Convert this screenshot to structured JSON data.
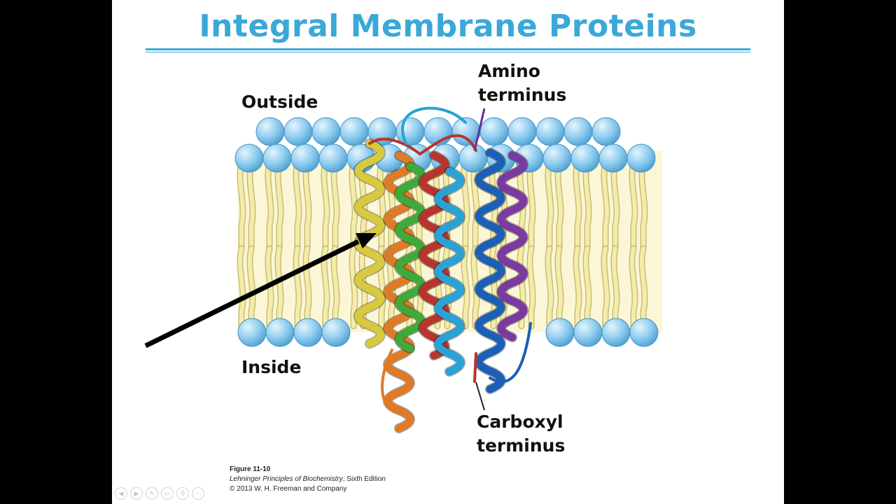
{
  "slide": {
    "title": "Integral Membrane Proteins"
  },
  "diagram": {
    "labels": {
      "outside": "Outside",
      "inside": "Inside",
      "amino_line1": "Amino",
      "amino_line2": "terminus",
      "carboxyl_line1": "Carboxyl",
      "carboxyl_line2": "terminus"
    },
    "helix_colors": [
      "#d8c93e",
      "#e07a26",
      "#3faa3a",
      "#b8352e",
      "#2aa2d6",
      "#1c5fb8",
      "#7a3aa2"
    ],
    "head_color": "#7fc6ec",
    "tail_color": "#f3ecaa",
    "arrow_color": "#000000"
  },
  "caption": {
    "figure": "Figure 11-10",
    "book": "Lehninger Principles of Biochemistry",
    "edition": ", Sixth Edition",
    "copyright": "© 2013 W. H. Freeman and Company"
  },
  "controls": [
    {
      "name": "previous-slide-icon",
      "glyph": "◀"
    },
    {
      "name": "next-slide-icon",
      "glyph": "▶"
    },
    {
      "name": "pen-icon",
      "glyph": "✎"
    },
    {
      "name": "slides-icon",
      "glyph": "▭"
    },
    {
      "name": "zoom-icon",
      "glyph": "⚲"
    },
    {
      "name": "more-options-icon",
      "glyph": "⋯"
    }
  ]
}
